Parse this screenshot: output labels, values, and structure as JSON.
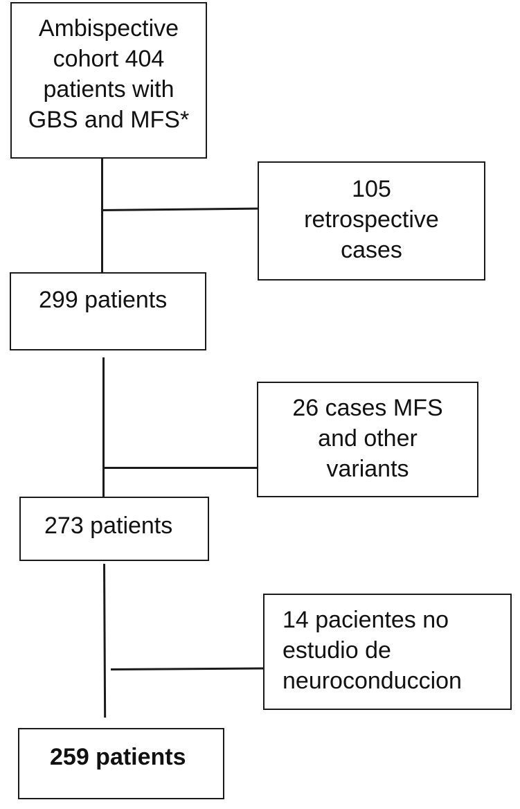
{
  "flowchart": {
    "box_start": "Ambispective\ncohort 404\npatients with\nGBS and MFS*",
    "excl_1": "105\nretrospective\ncases",
    "box_2": "299 patients",
    "excl_2": "26 cases MFS\nand other\nvariants",
    "box_3": "273 patients",
    "excl_3": "14 pacientes no\nestudio de\nneuroconduccion",
    "box_final": "259 patients"
  }
}
